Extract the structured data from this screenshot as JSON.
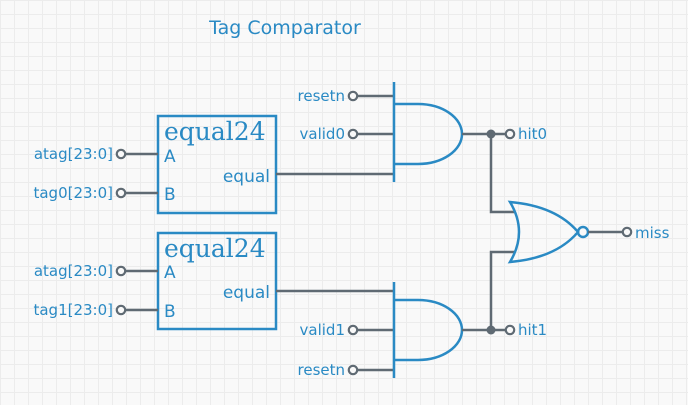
{
  "title": "Tag Comparator",
  "comparators": [
    {
      "name": "equal24",
      "pin_a": "A",
      "pin_b": "B",
      "pin_out": "equal"
    },
    {
      "name": "equal24",
      "pin_a": "A",
      "pin_b": "B",
      "pin_out": "equal"
    }
  ],
  "inputs": {
    "atag0": "atag[23:0]",
    "tag0": "tag0[23:0]",
    "atag1": "atag[23:0]",
    "tag1": "tag1[23:0]",
    "resetn0": "resetn",
    "valid0": "valid0",
    "valid1": "valid1",
    "resetn1": "resetn"
  },
  "outputs": {
    "hit0": "hit0",
    "hit1": "hit1",
    "miss": "miss"
  },
  "colors": {
    "accent": "#2a8ac4",
    "wire": "#5f6a73",
    "background": "#f9f9f9",
    "grid": "#ececec"
  }
}
